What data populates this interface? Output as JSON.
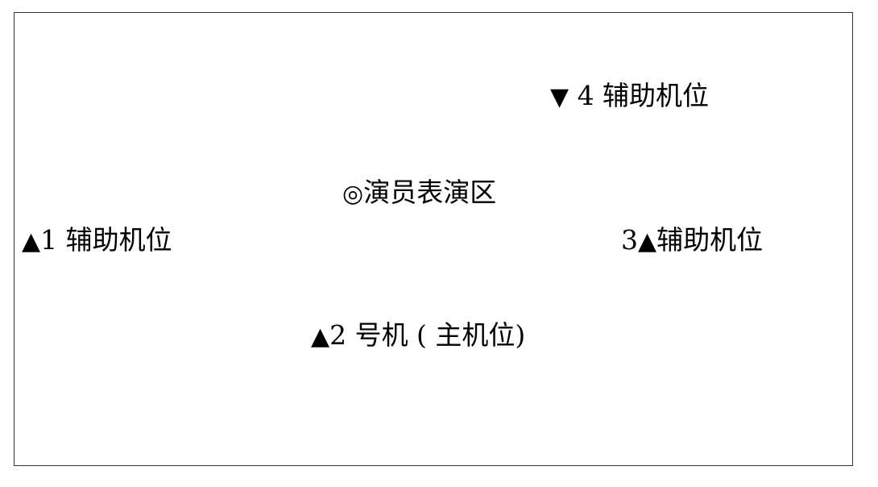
{
  "diagram": {
    "camera_4": {
      "symbol": "▼",
      "text": " 4 辅助机位"
    },
    "performance_area": {
      "symbol": "◎",
      "text": "演员表演区"
    },
    "camera_1": {
      "symbol": "▲",
      "text": "1 辅助机位"
    },
    "camera_3": {
      "number": "3",
      "symbol": "▲",
      "text": "辅助机位"
    },
    "camera_2": {
      "symbol": "▲",
      "text": "2 号机 ( 主机位)"
    }
  }
}
